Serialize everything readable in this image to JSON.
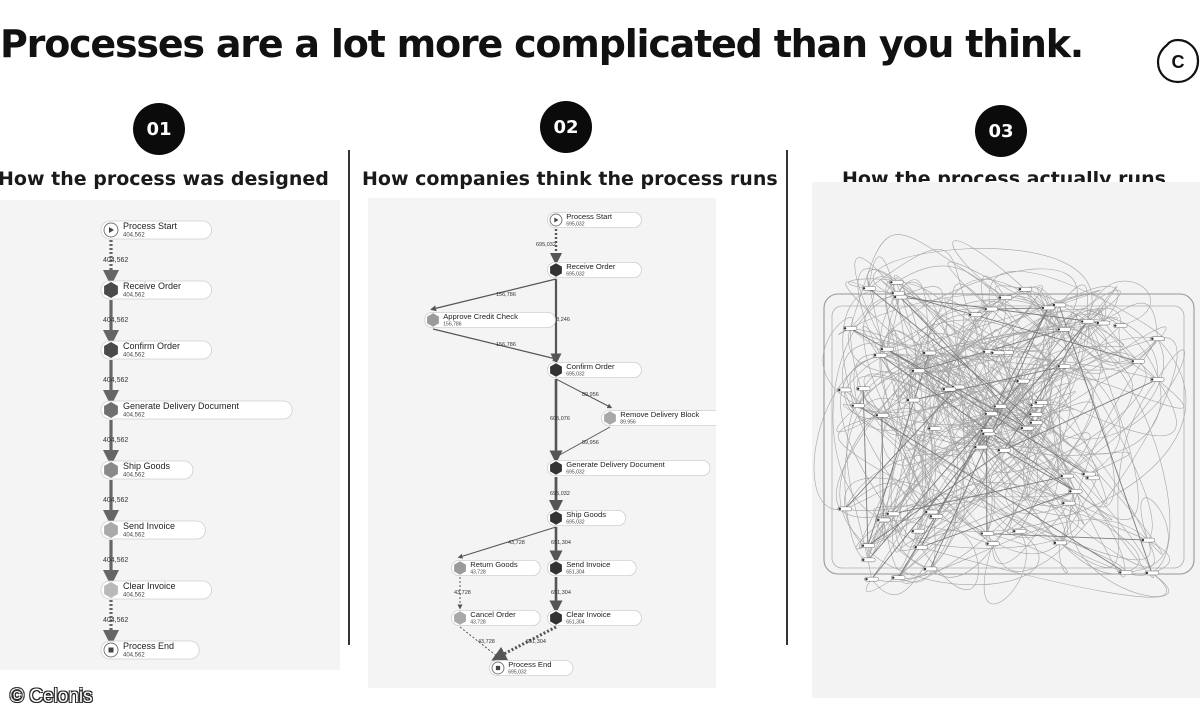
{
  "title": "Processes are a lot more complicated than you think.",
  "logo_letter": "C",
  "copyright": "© Celonis",
  "columns": [
    {
      "number": "01",
      "title": "How the process was designed"
    },
    {
      "number": "02",
      "title": "How companies  think the process runs"
    },
    {
      "number": "03",
      "title": "How the process actually runs"
    }
  ],
  "designed": {
    "nodes": [
      {
        "label": "Process Start",
        "count": "404,562",
        "icon": "play-icon"
      },
      {
        "label": "Receive Order",
        "count": "404,562",
        "icon": "hexagon-icon"
      },
      {
        "label": "Confirm Order",
        "count": "404,562",
        "icon": "hexagon-icon"
      },
      {
        "label": "Generate Delivery Document",
        "count": "404,562",
        "icon": "hexagon-icon"
      },
      {
        "label": "Ship Goods",
        "count": "404,562",
        "icon": "hexagon-icon"
      },
      {
        "label": "Send Invoice",
        "count": "404,562",
        "icon": "hexagon-icon"
      },
      {
        "label": "Clear Invoice",
        "count": "404,562",
        "icon": "hexagon-icon"
      },
      {
        "label": "Process End",
        "count": "404,562",
        "icon": "stop-icon"
      }
    ],
    "edges": [
      "404,562",
      "404,562",
      "404,562",
      "404,562",
      "404,562",
      "404,562",
      "404,562"
    ]
  },
  "thinks": {
    "nodes": [
      {
        "label": "Process Start",
        "count": "695,032"
      },
      {
        "label": "Receive Order",
        "count": "695,032"
      },
      {
        "label": "Approve Credit Check",
        "count": "156,786"
      },
      {
        "label": "Confirm Order",
        "count": "695,032"
      },
      {
        "label": "Remove Delivery Block",
        "count": "89,956"
      },
      {
        "label": "Generate Delivery Document",
        "count": "695,032"
      },
      {
        "label": "Ship Goods",
        "count": "695,032"
      },
      {
        "label": "Return Goods",
        "count": "43,728"
      },
      {
        "label": "Send Invoice",
        "count": "651,304"
      },
      {
        "label": "Cancel Order",
        "count": "43,728"
      },
      {
        "label": "Clear Invoice",
        "count": "651,304"
      },
      {
        "label": "Process End",
        "count": "695,032"
      }
    ],
    "edges": {
      "start_receive": "695,032",
      "receive_approve": "156,786",
      "receive_confirm": "538,246",
      "approve_confirm": "156,786",
      "confirm_remove": "89,956",
      "confirm_generate": "605,076",
      "remove_generate": "89,956",
      "generate_ship": "695,032",
      "ship_return": "43,728",
      "ship_send": "651,304",
      "return_cancel": "43,728",
      "send_clear": "651,304",
      "cancel_end": "43,728",
      "clear_end": "651,304"
    }
  }
}
